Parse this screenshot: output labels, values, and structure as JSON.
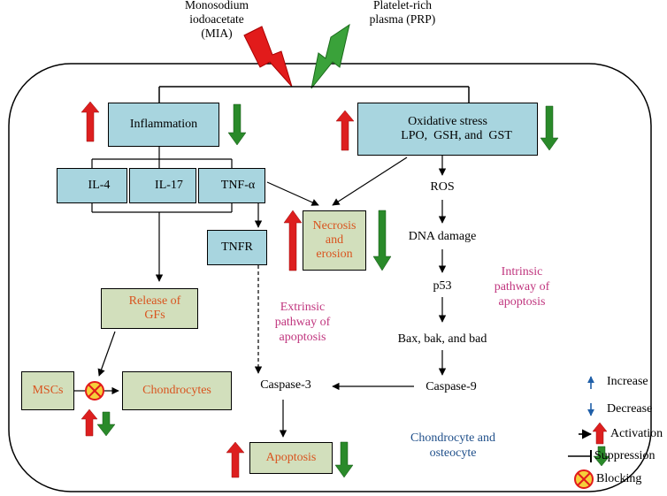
{
  "top": {
    "mia_line1": "Monosodium",
    "mia_line2": "iodoacetate",
    "mia_line3": "(MIA)",
    "prp_line1": "Platelet-rich",
    "prp_line2": "plasma (PRP)"
  },
  "nodes": {
    "inflammation": "Inflammation",
    "oxidative_title": "Oxidative stress",
    "oxidative_markers": "LPO,  GSH, and  GST",
    "il4": "IL-4",
    "il17": "IL-17",
    "tnfa": "TNF-α",
    "necrosis_line1": "Necrosis",
    "necrosis_line2": "and",
    "necrosis_line3": "erosion",
    "tnfr": "TNFR",
    "ros": "ROS",
    "dna_damage": "DNA damage",
    "p53": "p53",
    "bax": "Bax, bak, and bad",
    "caspase9": "Caspase-9",
    "caspase3": "Caspase-3",
    "release_line1": "Release of",
    "release_line2": "GFs",
    "mscs": "MSCs",
    "chondrocytes": "Chondrocytes",
    "apoptosis": "Apoptosis"
  },
  "pathways": {
    "extrinsic_line1": "Extrinsic",
    "extrinsic_line2": "pathway of",
    "extrinsic_line3": "apoptosis",
    "intrinsic_line1": "Intrinsic",
    "intrinsic_line2": "pathway of",
    "intrinsic_line3": "apoptosis",
    "cells_line1": "Chondrocyte and",
    "cells_line2": "osteocyte"
  },
  "legend": {
    "increase": "Increase",
    "decrease": "Decrease",
    "activation": "Activation",
    "suppression": "Suppression",
    "blocking": "Blocking"
  },
  "colors": {
    "red_arrow": "#dd1f1f",
    "green_arrow": "#2a8a2a",
    "box_blue": "#a8d5df",
    "box_green": "#d2dfbc",
    "label_orange": "#d9541f",
    "label_magenta": "#c0357e",
    "label_navy": "#1f4f8a",
    "blue_arrow": "#1f5fa8"
  }
}
